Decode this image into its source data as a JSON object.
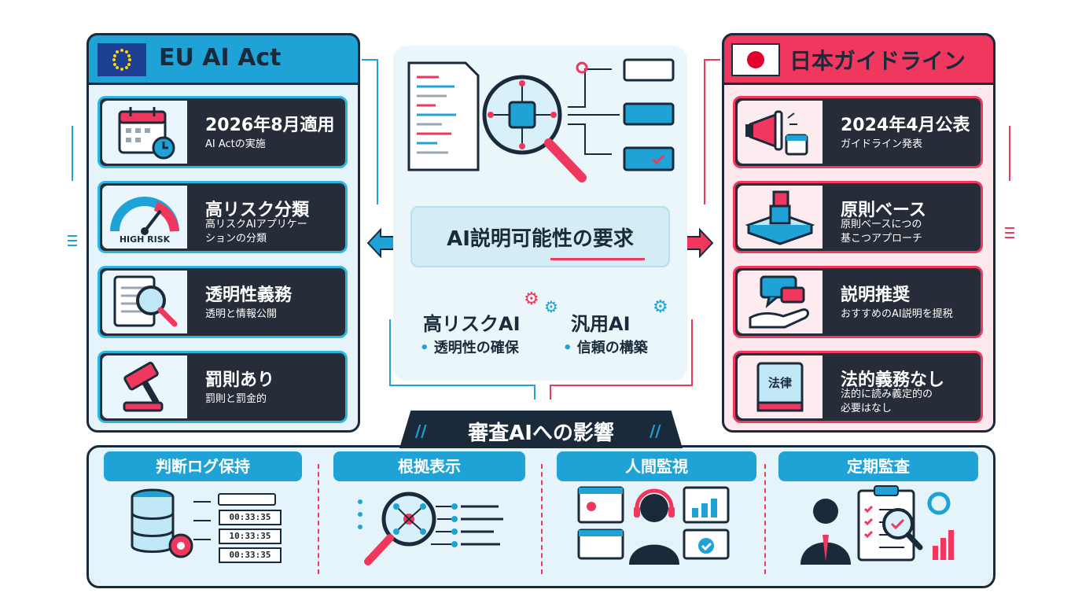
{
  "eu": {
    "title": "EU AI Act",
    "flag_icon": "eu-flag-icon",
    "accent": "#1fa3d6",
    "items": [
      {
        "title": "2026年8月適用",
        "sub": "AI Actの実施",
        "icon": "calendar-clock-icon"
      },
      {
        "title": "高リスク分類",
        "sub_lines": [
          "高リスクAIアプリケー",
          "ションの分類"
        ],
        "icon": "risk-gauge-icon",
        "gauge_label": "HIGH RISK"
      },
      {
        "title": "透明性義務",
        "sub": "透明と情報公開",
        "icon": "document-magnifier-icon"
      },
      {
        "title": "罰則あり",
        "sub": "罰則と罰金的",
        "icon": "gavel-icon"
      }
    ]
  },
  "jp": {
    "title": "日本ガイドライン",
    "flag_icon": "japan-flag-icon",
    "accent": "#f0385f",
    "items": [
      {
        "title": "2024年4月公表",
        "sub": "ガイドライン発表",
        "icon": "megaphone-icon"
      },
      {
        "title": "原則ベース",
        "sub_lines": [
          "原則ベースにつの",
          "基こつアプローチ"
        ],
        "icon": "cube-platform-icon"
      },
      {
        "title": "説明推奨",
        "sub": "おすすめのAI説明を提税",
        "icon": "hand-chat-icon"
      },
      {
        "title": "法的義務なし",
        "sub_lines": [
          "法的に読み義定的の",
          "必要はなし"
        ],
        "icon": "law-book-icon",
        "book_label": "法律"
      }
    ]
  },
  "center": {
    "requirement": "AI説明可能性の要求",
    "categories": [
      {
        "label": "高リスクAI",
        "bullet": "透明性の確保"
      },
      {
        "label": "汎用AI",
        "bullet": "信頼の構築"
      }
    ]
  },
  "impact": {
    "title": "審査AIへの影響",
    "cards": [
      {
        "label": "判断ログ保持",
        "icon": "database-log-icon",
        "timestamps": [
          "00:33:35",
          "10:33:35",
          "00:33:35"
        ]
      },
      {
        "label": "根拠表示",
        "icon": "network-magnifier-icon"
      },
      {
        "label": "人間監視",
        "icon": "operator-headset-icon"
      },
      {
        "label": "定期監査",
        "icon": "auditor-checklist-icon"
      }
    ]
  },
  "colors": {
    "dark": "#1b2a3a",
    "blue": "#1fa3d6",
    "pink": "#f0385f",
    "card_bg": "#262d38"
  }
}
